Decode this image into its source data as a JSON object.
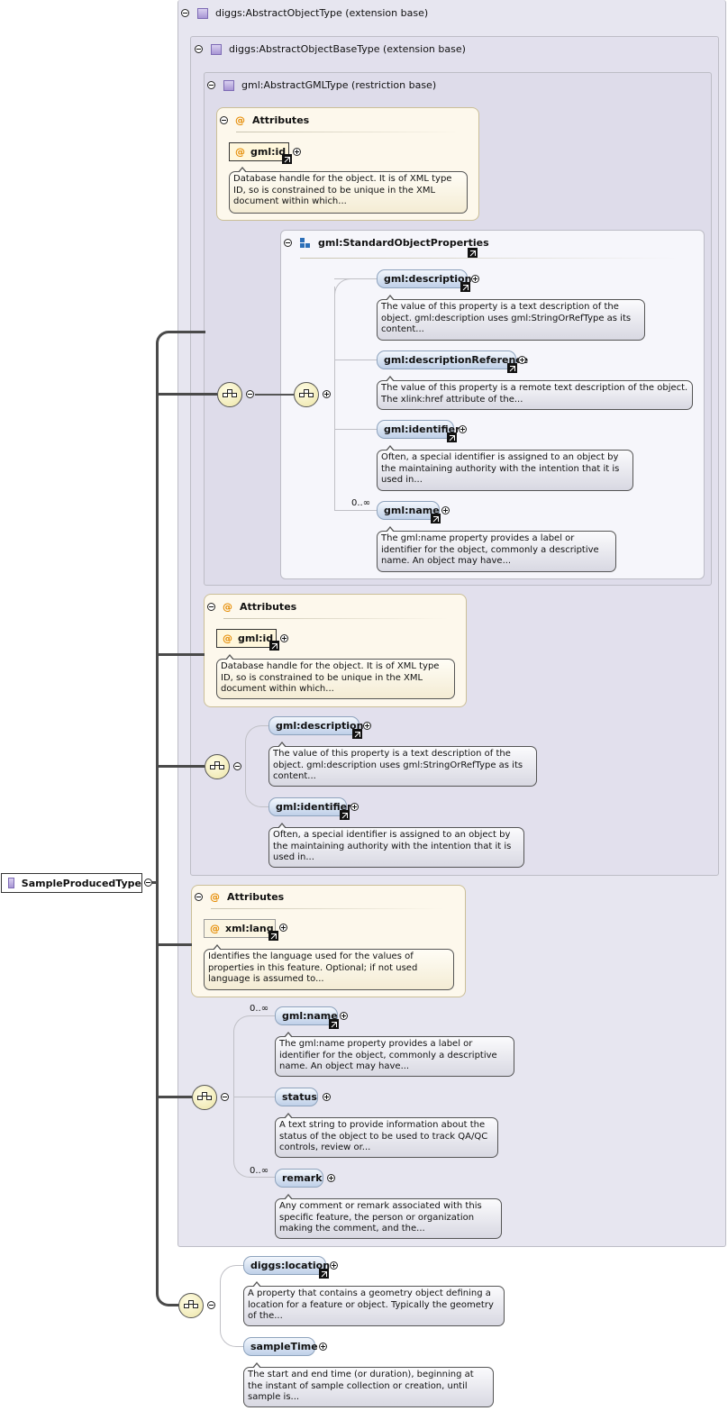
{
  "root": {
    "label": "SampleProducedType"
  },
  "panels": {
    "abstract_object": "diggs:AbstractObjectType (extension base)",
    "abstract_object_base": "diggs:AbstractObjectBaseType (extension base)",
    "abstract_gml": "gml:AbstractGMLType (restriction base)"
  },
  "attr_groups": {
    "inner_title": "Attributes",
    "inner_attr": "gml:id",
    "inner_desc": "Database handle for the object. It is of XML type ID, so is constrained to be unique in the XML document within which...",
    "mid_title": "Attributes",
    "mid_attr": "gml:id",
    "mid_desc": "Database handle for the object. It is of XML type ID, so is constrained to be unique in the XML document within which...",
    "outer_title": "Attributes",
    "outer_attr": "xml:lang",
    "outer_desc": "Identifies the language used for the values of properties in this feature. Optional; if not used language is assumed to..."
  },
  "std_group": {
    "title": "gml:StandardObjectProperties",
    "items": [
      {
        "label": "gml:description",
        "desc": "The value of this property is a text description of the object. gml:description uses gml:StringOrRefType as its content...",
        "card": ""
      },
      {
        "label": "gml:descriptionReference",
        "desc": "The value of this property is a remote text description of the object. The xlink:href attribute of the...",
        "card": ""
      },
      {
        "label": "gml:identifier",
        "desc": "Often, a special identifier is assigned to an object by the maintaining authority with the intention that it is used in...",
        "card": ""
      },
      {
        "label": "gml:name",
        "desc": "The gml:name property provides a label or identifier for the object, commonly a descriptive name. An object may have...",
        "card": "0..∞"
      }
    ]
  },
  "base_seq": [
    {
      "label": "gml:description",
      "desc": "The value of this property is a text description of the object. gml:description uses gml:StringOrRefType as its content..."
    },
    {
      "label": "gml:identifier",
      "desc": "Often, a special identifier is assigned to an object by the maintaining authority with the intention that it is used in..."
    }
  ],
  "object_seq": [
    {
      "label": "gml:name",
      "desc": "The gml:name property provides a label or identifier for the object, commonly a descriptive name. An object may have...",
      "card": "0..∞"
    },
    {
      "label": "status",
      "desc": "A text string to provide information about the status of the object to be used to track QA/QC controls, review or...",
      "card": ""
    },
    {
      "label": "remark",
      "desc": "Any comment or remark associated with this specific feature, the person or organization making the comment, and the...",
      "card": "0..∞"
    }
  ],
  "sample_seq": [
    {
      "label": "diggs:location",
      "desc": "A property that contains a geometry object defining a location for a feature or object. Typically the geometry of the..."
    },
    {
      "label": "sampleTime",
      "desc": "The start and end time (or duration), beginning at the instant of sample collection or creation, until sample is..."
    }
  ]
}
